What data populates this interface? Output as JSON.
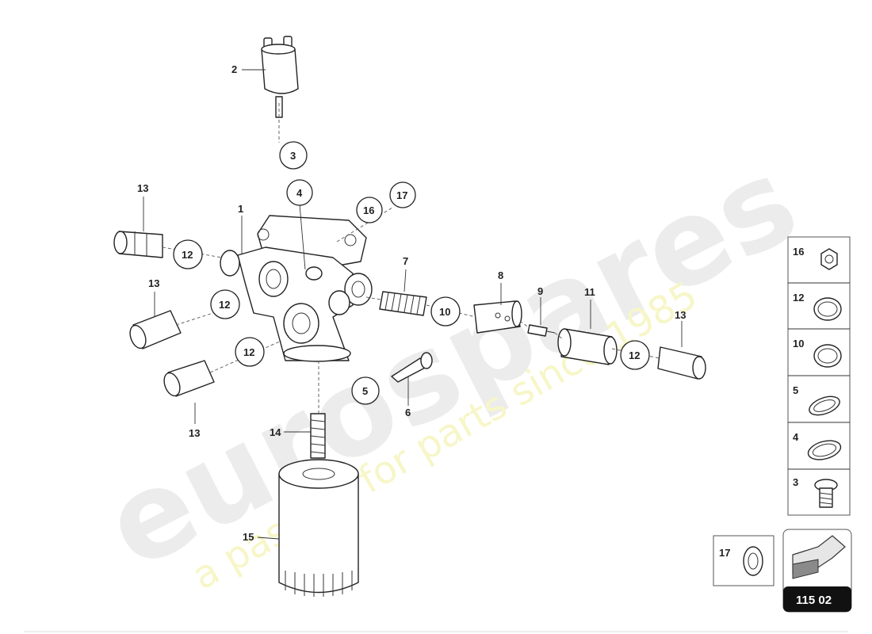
{
  "watermark": {
    "brand": "eurospares",
    "tagline": "a passion for parts since 1985"
  },
  "callouts": {
    "p1": "1",
    "p2": "2",
    "p3": "3",
    "p4": "4",
    "p5": "5",
    "p6": "6",
    "p7": "7",
    "p8": "8",
    "p9": "9",
    "p10": "10",
    "p11": "11",
    "p12a": "12",
    "p12b": "12",
    "p12c": "12",
    "p12d": "12",
    "p13a": "13",
    "p13b": "13",
    "p13c": "13",
    "p13d": "13",
    "p14": "14",
    "p15": "15",
    "p16": "16",
    "p17": "17"
  },
  "legend": {
    "items": [
      "16",
      "12",
      "10",
      "5",
      "4",
      "3"
    ],
    "extra": "17"
  },
  "reference": {
    "code": "115 02"
  }
}
